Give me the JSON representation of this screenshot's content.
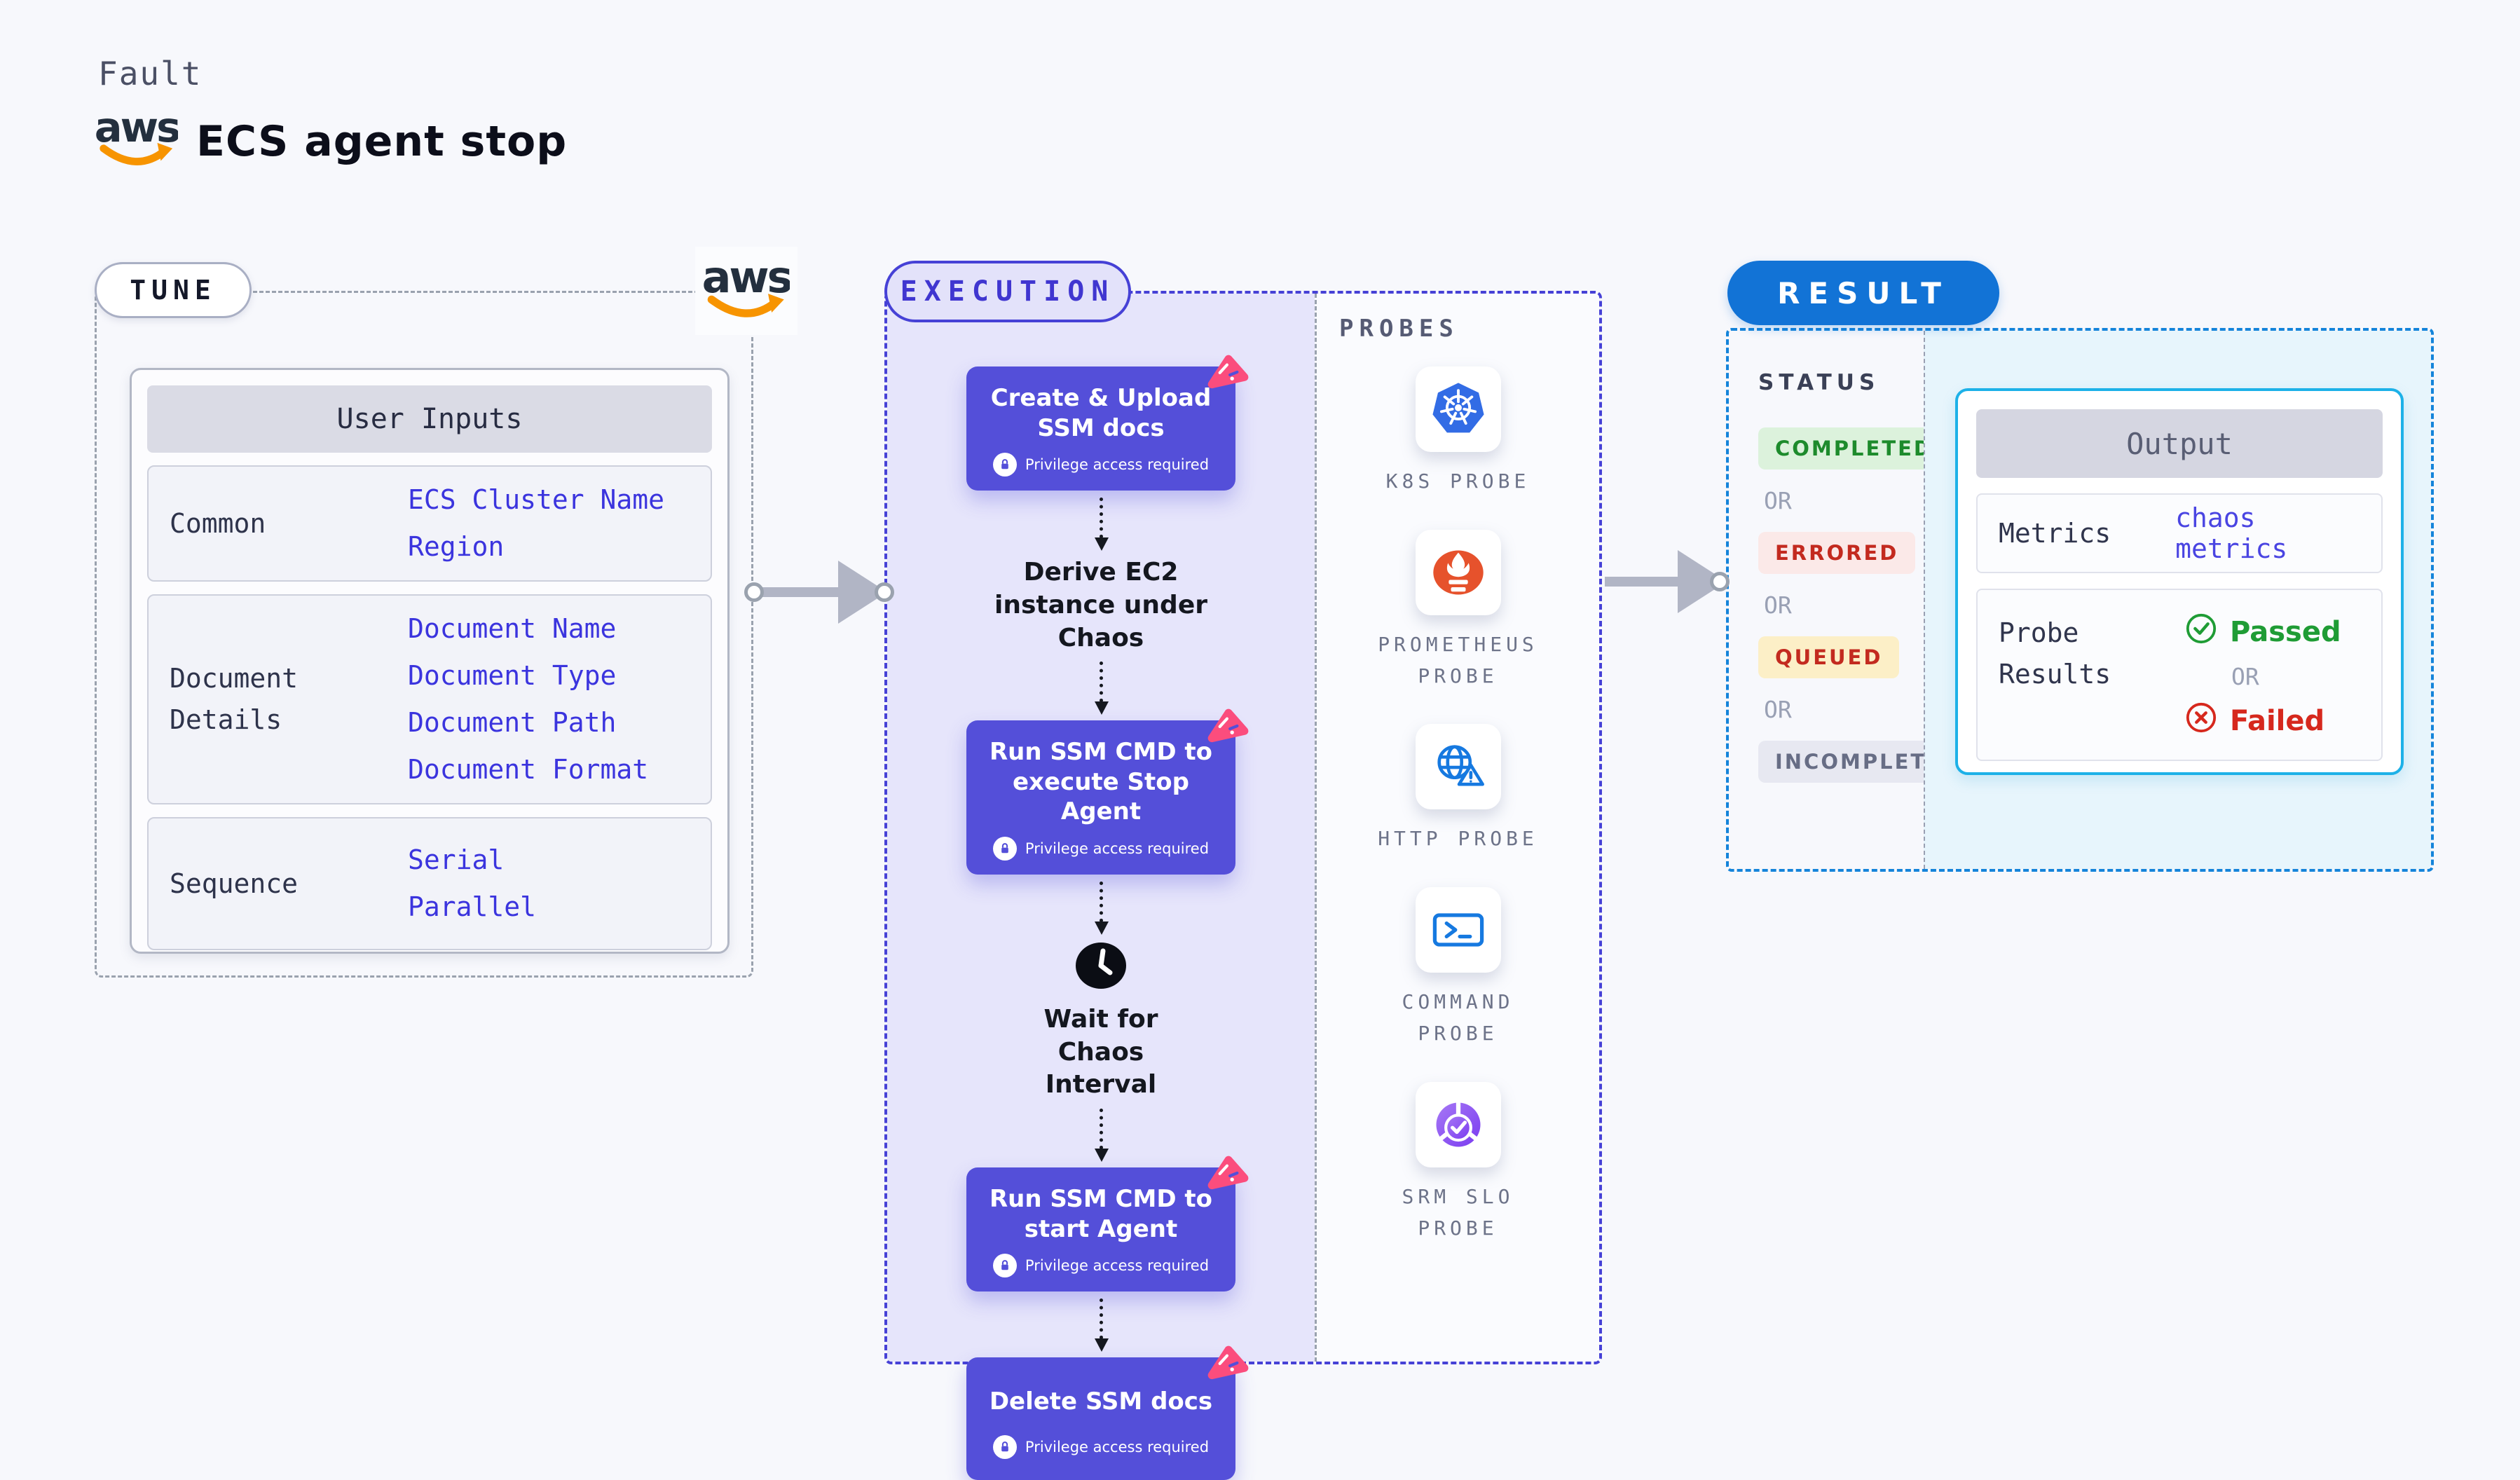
{
  "header": {
    "eyebrow": "Fault",
    "title": "ECS agent stop",
    "aws_logo_text": "aws"
  },
  "tune": {
    "label": "TUNE",
    "table": {
      "header": "User Inputs",
      "rows": [
        {
          "label": "Common",
          "values": [
            "ECS Cluster Name",
            "Region"
          ]
        },
        {
          "label": "Document Details",
          "values": [
            "Document Name",
            "Document Type",
            "Document Path",
            "Document Format"
          ]
        },
        {
          "label": "Sequence",
          "values": [
            "Serial",
            "Parallel"
          ]
        }
      ]
    }
  },
  "execution": {
    "label": "EXECUTION",
    "privilege_note": "Privilege access required",
    "steps": [
      {
        "type": "card",
        "title": "Create & Upload SSM docs"
      },
      {
        "type": "text",
        "title": "Derive EC2 instance under Chaos"
      },
      {
        "type": "card",
        "title": "Run SSM CMD to execute Stop Agent"
      },
      {
        "type": "wait",
        "title": "Wait for Chaos Interval"
      },
      {
        "type": "card",
        "title": "Run SSM CMD to start Agent"
      },
      {
        "type": "card",
        "title": "Delete SSM docs"
      }
    ],
    "probes": {
      "label": "PROBES",
      "items": [
        {
          "name": "K8S PROBE",
          "icon": "kubernetes-icon"
        },
        {
          "name": "PROMETHEUS PROBE",
          "icon": "prometheus-icon"
        },
        {
          "name": "HTTP PROBE",
          "icon": "http-globe-icon"
        },
        {
          "name": "COMMAND PROBE",
          "icon": "terminal-icon"
        },
        {
          "name": "SRM SLO PROBE",
          "icon": "slo-donut-icon"
        }
      ]
    }
  },
  "result": {
    "label": "RESULT",
    "status": {
      "label": "STATUS",
      "separator": "OR",
      "badges": [
        {
          "label": "COMPLETED",
          "bg": "#dcf2dc",
          "color": "#1d8b2c"
        },
        {
          "label": "ERRORED",
          "bg": "#fbe9e8",
          "color": "#c32a1f"
        },
        {
          "label": "QUEUED",
          "bg": "#fcefc7",
          "color": "#c32a1f"
        },
        {
          "label": "INCOMPLETED",
          "bg": "#e7e8f1",
          "color": "#676d85"
        }
      ]
    },
    "output": {
      "header": "Output",
      "metrics_label": "Metrics",
      "metrics_value": "chaos metrics",
      "probe_results_label": "Probe Results",
      "passed": "Passed",
      "or": "OR",
      "failed": "Failed"
    }
  },
  "colors": {
    "page_bg": "#f7f8fc",
    "accent_indigo": "#4641d6",
    "card_purple": "#544fd9",
    "lavender_bg": "#e6e5fb",
    "pink_pin": "#fb4d7d",
    "result_blue": "#1273d6",
    "cyan_border": "#1db1e8",
    "cyan_bg": "#e7f5fc",
    "link_blue": "#3b34de",
    "arrow_gray": "#b1b5c5",
    "passed_green": "#1f9c35",
    "failed_red": "#d6281d",
    "aws_orange": "#f79400"
  }
}
